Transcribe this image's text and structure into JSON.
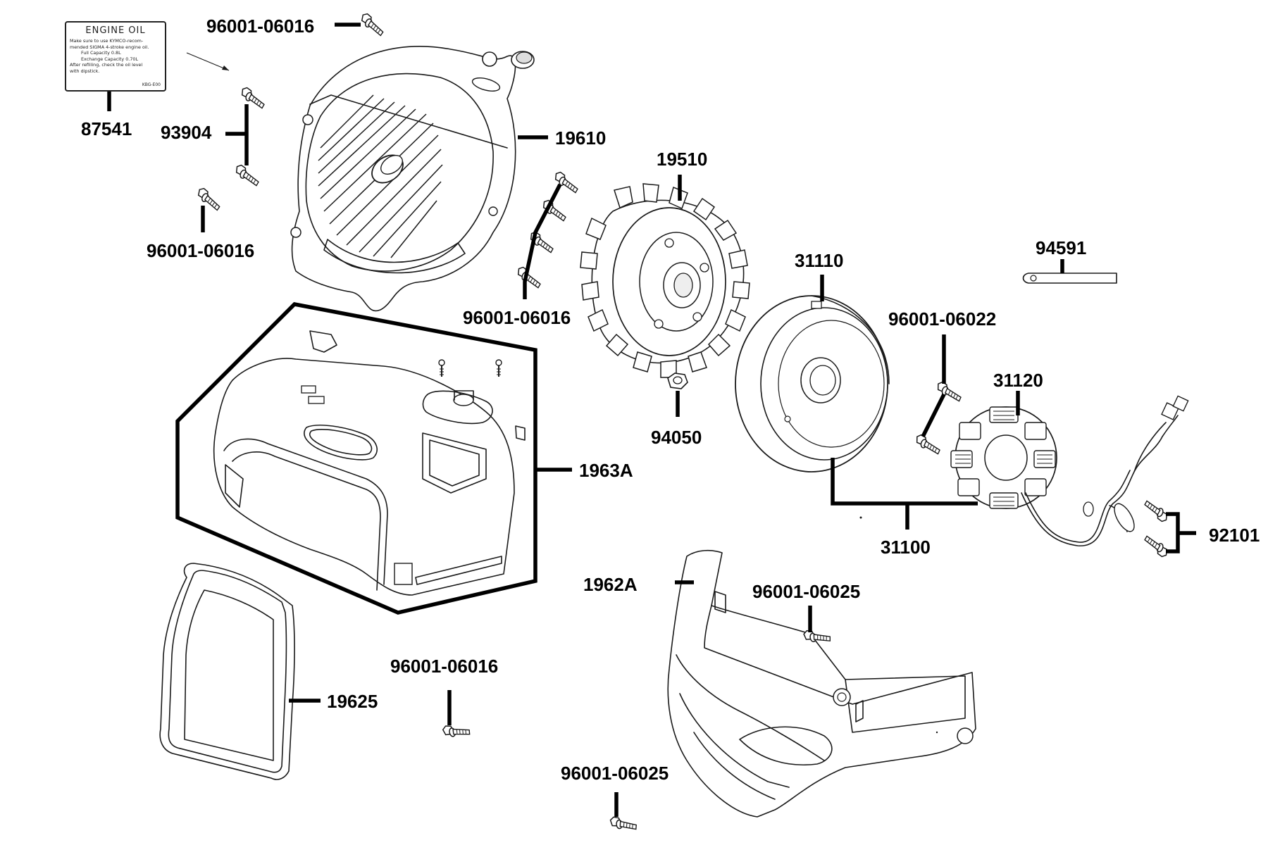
{
  "decal": {
    "title": "ENGINE OIL",
    "lines": [
      "Make sure to use KYMCO-recom-",
      "mended SIGMA 4-stroke engine oil.",
      "Full Capacity        0.8L",
      "Exchange Capacity  0.70L",
      "After refilling, check the oil level",
      "with dipstick."
    ],
    "code": "KBG-E00"
  },
  "parts": [
    {
      "id": "p1",
      "number": "96001-06016",
      "name": "bolt"
    },
    {
      "id": "p2",
      "number": "87541",
      "name": "engine-oil-decal"
    },
    {
      "id": "p3",
      "number": "93904",
      "name": "tapping-screws"
    },
    {
      "id": "p4",
      "number": "96001-06016",
      "name": "bolt"
    },
    {
      "id": "p5",
      "number": "19610",
      "name": "fan-cover"
    },
    {
      "id": "p6",
      "number": "96001-06016",
      "name": "fan-cover-bolts"
    },
    {
      "id": "p7",
      "number": "19510",
      "name": "cooling-fan"
    },
    {
      "id": "p8",
      "number": "94050",
      "name": "flange-nut"
    },
    {
      "id": "p9",
      "number": "31110",
      "name": "flywheel"
    },
    {
      "id": "p10",
      "number": "94591",
      "name": "woodruff-key"
    },
    {
      "id": "p11",
      "number": "96001-06022",
      "name": "stator-bolts"
    },
    {
      "id": "p12",
      "number": "31120",
      "name": "stator"
    },
    {
      "id": "p13",
      "number": "31100",
      "name": "ac-generator-assy"
    },
    {
      "id": "p14",
      "number": "92101",
      "name": "bracket-screws"
    },
    {
      "id": "p15",
      "number": "1963A",
      "name": "shroud-upper"
    },
    {
      "id": "p16",
      "number": "1962A",
      "name": "shroud-lower"
    },
    {
      "id": "p17",
      "number": "96001-06025",
      "name": "bolt"
    },
    {
      "id": "p18",
      "number": "19625",
      "name": "shroud-seal"
    },
    {
      "id": "p19",
      "number": "96001-06016",
      "name": "bolt"
    },
    {
      "id": "p20",
      "number": "96001-06025",
      "name": "bolt"
    }
  ]
}
